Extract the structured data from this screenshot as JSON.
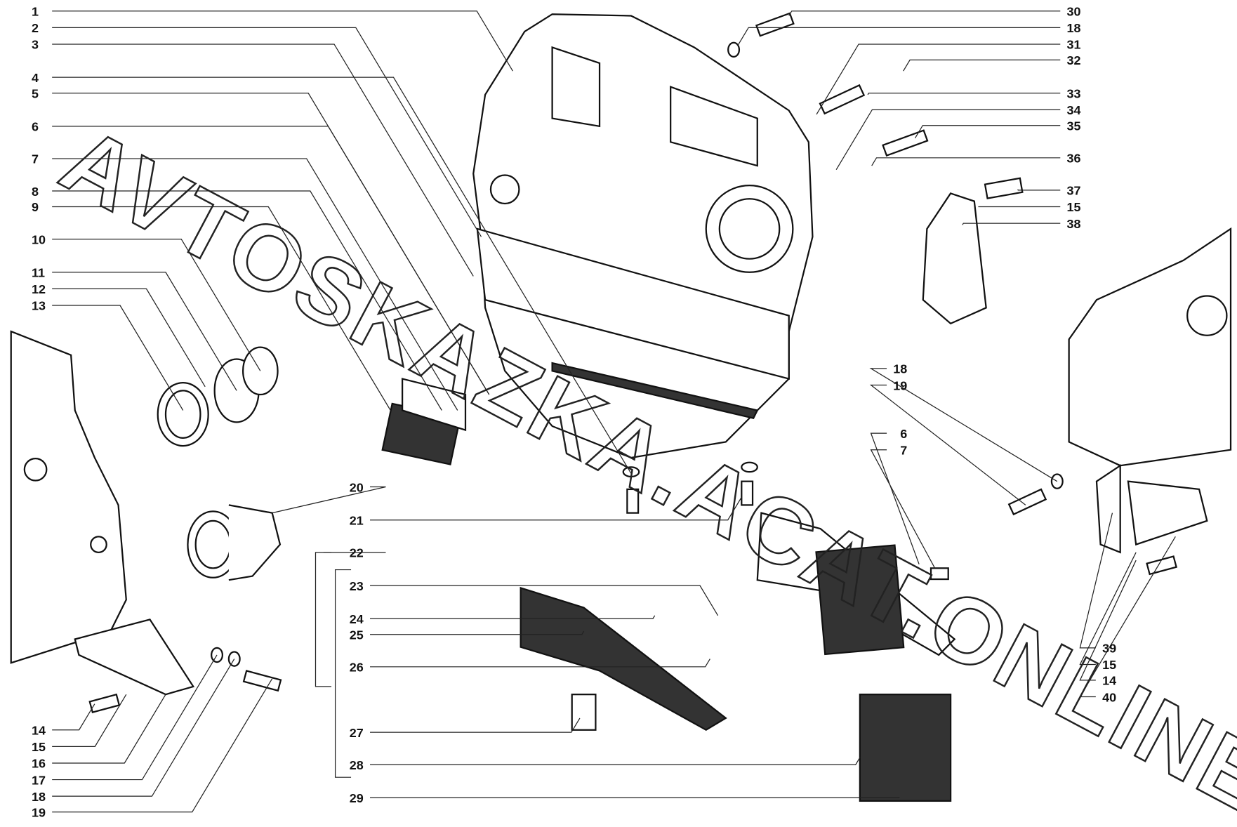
{
  "watermark": "AVTOSKAZKA.ACAT.ONLINE",
  "callouts": {
    "left_column": [
      "1",
      "2",
      "3",
      "4",
      "5",
      "6",
      "7",
      "8",
      "9",
      "10",
      "11",
      "12",
      "13"
    ],
    "left_bottom": [
      "14",
      "15",
      "16",
      "17",
      "18",
      "19"
    ],
    "middle_column": [
      "20",
      "21",
      "22",
      "23",
      "24",
      "25",
      "26",
      "27",
      "28",
      "29"
    ],
    "right_top": [
      "30",
      "18",
      "31",
      "32",
      "33",
      "34",
      "35",
      "36",
      "37",
      "15",
      "38"
    ],
    "right_middle": [
      "18",
      "19",
      "6",
      "7"
    ],
    "right_bottom": [
      "39",
      "15",
      "14",
      "40"
    ]
  }
}
